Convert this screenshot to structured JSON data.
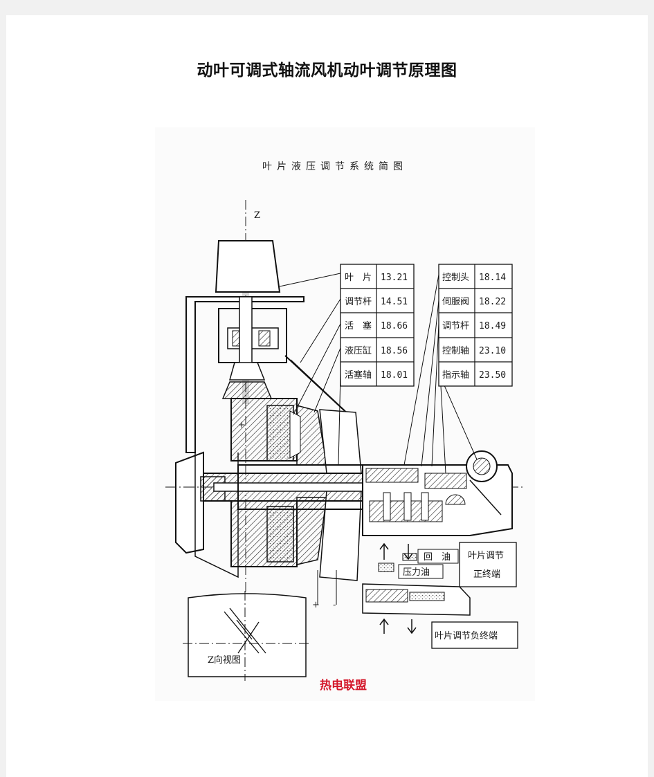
{
  "page": {
    "title": "动叶可调式轴流风机动叶调节原理图"
  },
  "figure": {
    "title": "叶片液压调节系统简图",
    "axis_label": "Z",
    "left_labels": [
      {
        "name": "叶　片",
        "code": "13.21"
      },
      {
        "name": "调节杆",
        "code": "14.51"
      },
      {
        "name": "活　塞",
        "code": "18.66"
      },
      {
        "name": "液压缸",
        "code": "18.56"
      },
      {
        "name": "活塞轴",
        "code": "18.01"
      }
    ],
    "right_labels": [
      {
        "name": "控制头",
        "code": "18.14"
      },
      {
        "name": "伺服阀",
        "code": "18.22"
      },
      {
        "name": "调节杆",
        "code": "18.49"
      },
      {
        "name": "控制轴",
        "code": "23.10"
      },
      {
        "name": "指示轴",
        "code": "23.50"
      }
    ],
    "legend": {
      "return_oil": "回　油",
      "pressure_oil": "压力油"
    },
    "positive_end": {
      "line1": "叶片调节",
      "line2": "正终端"
    },
    "negative_end": "叶片调节负终端",
    "z_view": "Z向视图",
    "watermark": "热电联盟"
  }
}
